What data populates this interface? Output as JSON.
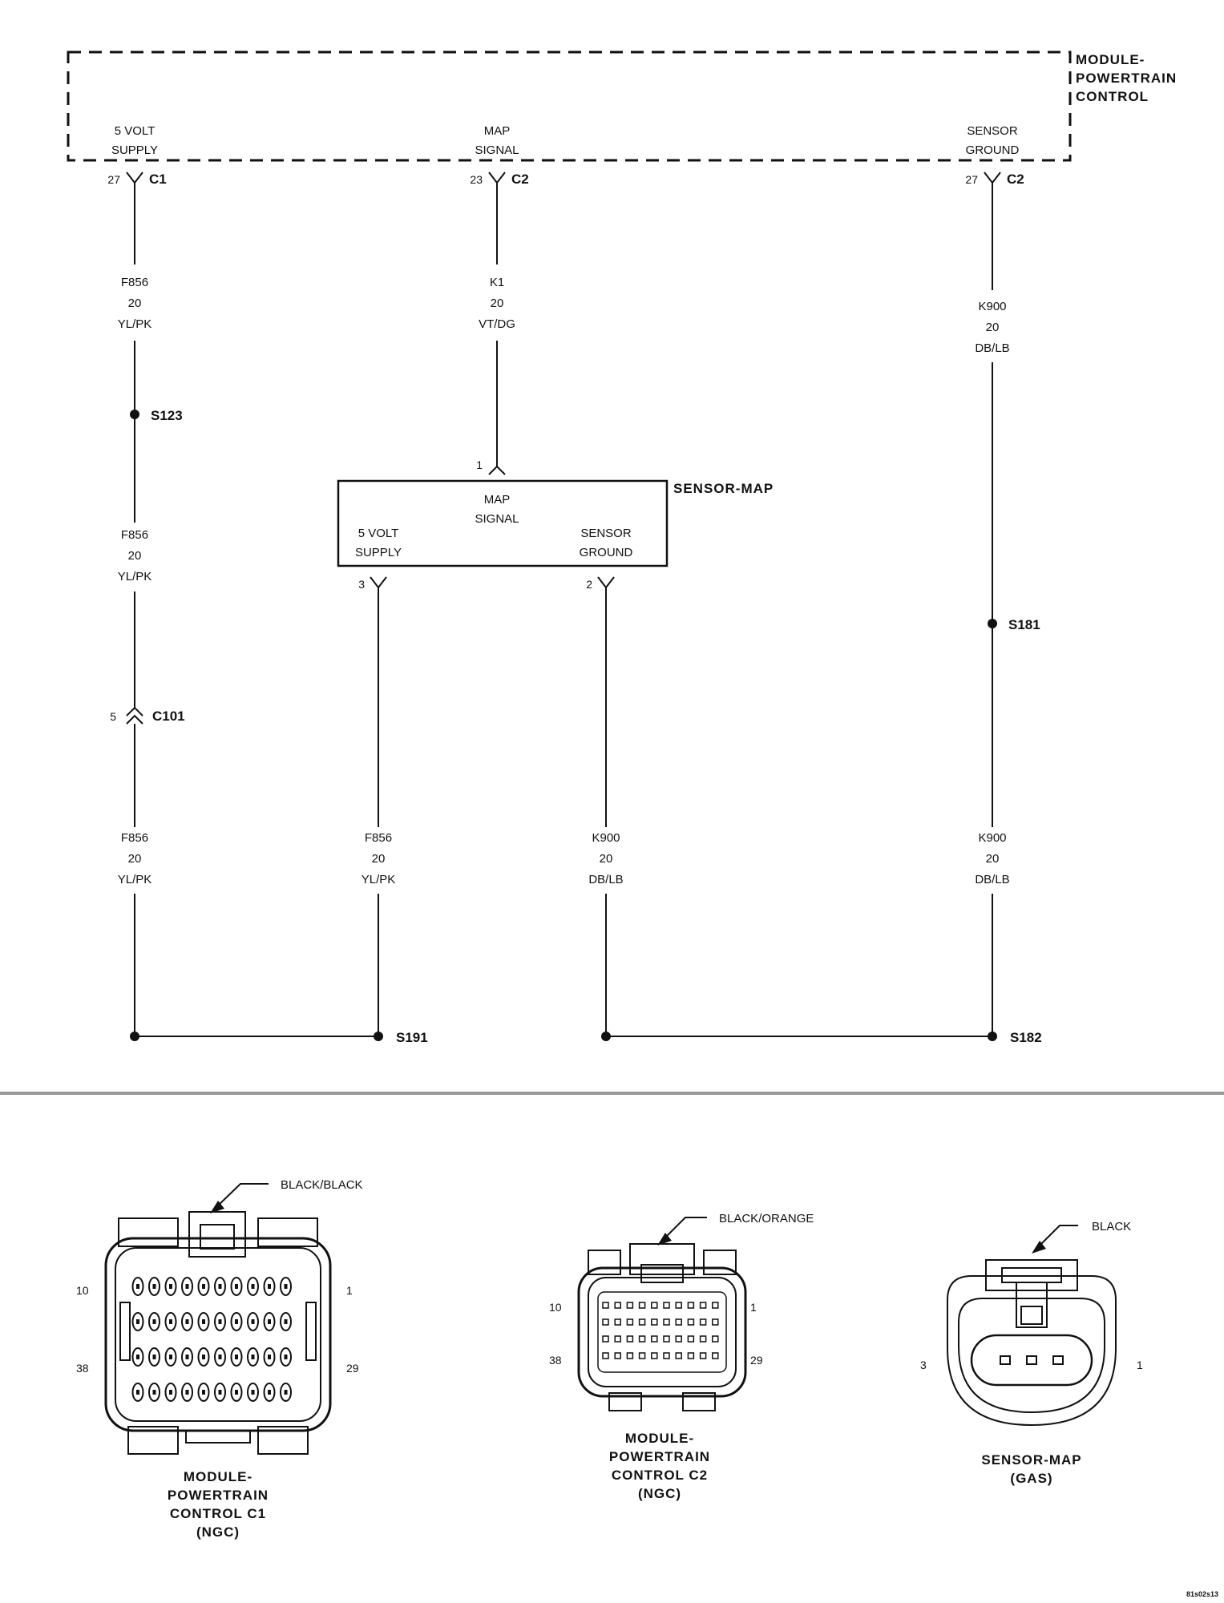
{
  "pcm": {
    "title_lines": [
      "MODULE-",
      "POWERTRAIN",
      "CONTROL"
    ],
    "pins": [
      {
        "name_lines": [
          "5 VOLT",
          "SUPPLY"
        ],
        "pin": "27",
        "connector": "C1"
      },
      {
        "name_lines": [
          "MAP",
          "SIGNAL"
        ],
        "pin": "23",
        "connector": "C2"
      },
      {
        "name_lines": [
          "SENSOR",
          "GROUND"
        ],
        "pin": "27",
        "connector": "C2"
      }
    ]
  },
  "sensor_map": {
    "title": "SENSOR-MAP",
    "map_signal_lines": [
      "MAP",
      "SIGNAL"
    ],
    "supply_lines": [
      "5 VOLT",
      "SUPPLY"
    ],
    "ground_lines": [
      "SENSOR",
      "GROUND"
    ],
    "pin_signal": "1",
    "pin_supply": "3",
    "pin_ground": "2"
  },
  "wires": {
    "f856_top": [
      "F856",
      "20",
      "YL/PK"
    ],
    "k1": [
      "K1",
      "20",
      "VT/DG"
    ],
    "k900_top": [
      "K900",
      "20",
      "DB/LB"
    ],
    "f856_mid": [
      "F856",
      "20",
      "YL/PK"
    ],
    "f856_low": [
      "F856",
      "20",
      "YL/PK"
    ],
    "f856_sensor": [
      "F856",
      "20",
      "YL/PK"
    ],
    "k900_sensor": [
      "K900",
      "20",
      "DB/LB"
    ],
    "k900_low": [
      "K900",
      "20",
      "DB/LB"
    ]
  },
  "splices": {
    "s123": "S123",
    "s181": "S181",
    "s191": "S191",
    "s182": "S182"
  },
  "inline_connector": {
    "pin": "5",
    "name": "C101"
  },
  "connector_views": {
    "c1": {
      "color": "BLACK/BLACK",
      "pins": {
        "tl": "10",
        "tr": "1",
        "bl": "38",
        "br": "29"
      },
      "caption": [
        "MODULE-",
        "POWERTRAIN",
        "CONTROL C1",
        "(NGC)"
      ]
    },
    "c2": {
      "color": "BLACK/ORANGE",
      "pins": {
        "tl": "10",
        "tr": "1",
        "bl": "38",
        "br": "29"
      },
      "caption": [
        "MODULE-",
        "POWERTRAIN",
        "CONTROL C2",
        "(NGC)"
      ]
    },
    "map": {
      "color": "BLACK",
      "pins": {
        "left": "3",
        "right": "1"
      },
      "caption": [
        "SENSOR-MAP",
        "(GAS)"
      ]
    }
  },
  "figure_code": "81s02s13"
}
